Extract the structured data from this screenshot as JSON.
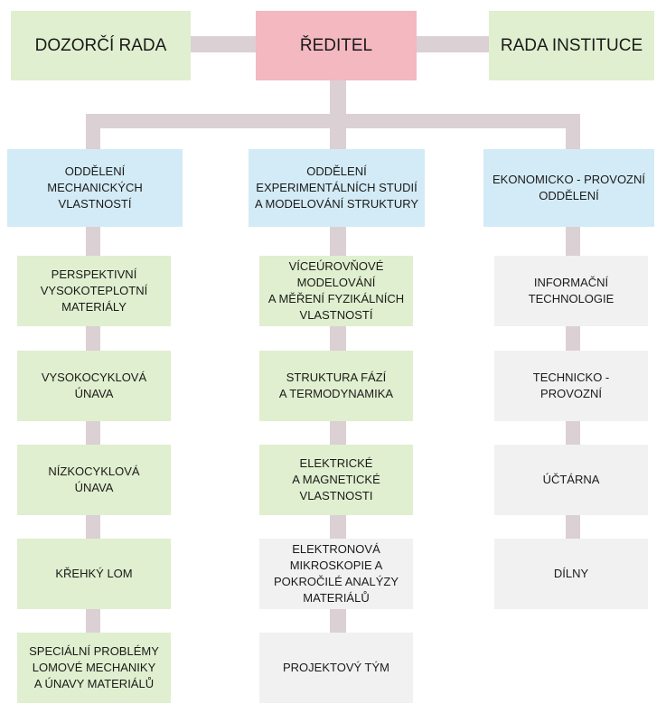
{
  "colors": {
    "connector": "#dbd0d3",
    "green_box": "#e0efcf",
    "director_box": "#f3b8c0",
    "department_box": "#d3ebf6",
    "grey_box": "#f1f1f1"
  },
  "top": {
    "left": "DOZORČÍ RADA",
    "center": "ŘEDITEL",
    "right": "RADA INSTITUCE"
  },
  "departments": [
    {
      "title": "ODDĚLENÍ\nMECHANICKÝCH\nVLASTNOSTÍ",
      "units": [
        "PERSPEKTIVNÍ\nVYSOKOTEPLOTNÍ\nMATERIÁLY",
        "VYSOKOCYKLOVÁ\nÚNAVA",
        "NÍZKOCYKLOVÁ\nÚNAVA",
        "KŘEHKÝ LOM",
        "SPECIÁLNÍ PROBLÉMY\nLOMOVÉ MECHANIKY\nA ÚNAVY MATERIÁLŮ"
      ]
    },
    {
      "title": "ODDĚLENÍ\nEXPERIMENTÁLNÍCH STUDIÍ\nA MODELOVÁNÍ STRUKTURY",
      "units": [
        "VÍCEÚROVŇOVÉ\nMODELOVÁNÍ\nA MĚŘENÍ FYZIKÁLNÍCH\nVLASTNOSTÍ",
        "STRUKTURA FÁZÍ\nA TERMODYNAMIKA",
        "ELEKTRICKÉ\nA MAGNETICKÉ\nVLASTNOSTI",
        "ELEKTRONOVÁ\nMIKROSKOPIE A\nPOKROČILÉ ANALÝZY\nMATERIÁLŮ",
        "PROJEKTOVÝ TÝM"
      ]
    },
    {
      "title": "EKONOMICKO - PROVOZNÍ\nODDĚLENÍ",
      "units": [
        "INFORMAČNÍ\nTECHNOLOGIE",
        "TECHNICKO -\nPROVOZNÍ",
        "ÚČTÁRNA",
        "DÍLNY"
      ]
    }
  ]
}
